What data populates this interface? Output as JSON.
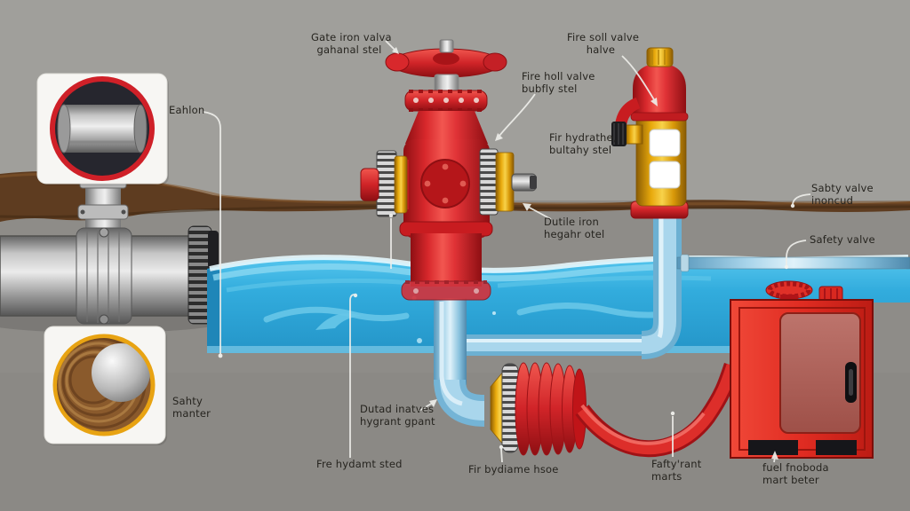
{
  "diagram": {
    "description": "Fire hydrant and water pipeline cutaway diagram",
    "labels": {
      "gate_valve": {
        "line1": "Gate iron valva",
        "line2": "gahanal stel"
      },
      "fire_soll_valve": {
        "line1": "Fire soll valve",
        "line2": "halve"
      },
      "fire_holl_valve": {
        "line1": "Fire holl valve",
        "line2": "bubfly stel"
      },
      "fir_hydrathe": {
        "line1": "Fir hydrathe,",
        "line2": "bultahy stel"
      },
      "dutile_iron": {
        "line1": "Dutile iron",
        "line2": "hegahr otel"
      },
      "sabty_inoncud": {
        "line1": "Sabty valve",
        "line2": "inoncud"
      },
      "safety_valve": {
        "line1": "Safety valve"
      },
      "eahlon": {
        "line1": "Eahlon"
      },
      "sahty_manter": {
        "line1": "Sahty",
        "line2": "manter"
      },
      "dutad_inatves": {
        "line1": "Dutad inatves",
        "line2": "hygrant gpant"
      },
      "fre_hydamt": {
        "line1": "Fre hydamt sted"
      },
      "fir_bydiame_hose": {
        "line1": "Fir bydiame hsoe"
      },
      "fafty_rant": {
        "line1": "Fafty'rant",
        "line2": "marts"
      },
      "fuel_fnoboda": {
        "line1": "fuel fnoboda",
        "line2": "mart beter"
      }
    },
    "colors": {
      "background_gray": "#9d9c98",
      "ground_gray": "#8e8c88",
      "dirt_brown": "#5e3c20",
      "water_blue": "#30aadc",
      "valve_red": "#d8282c",
      "flange_gold": "#e8a90c",
      "pipe_silver": "#c2c2c2",
      "pipe_lightblue": "#a8d4ea",
      "cabinet_red": "#e02c22",
      "label_text": "#26241f"
    }
  }
}
